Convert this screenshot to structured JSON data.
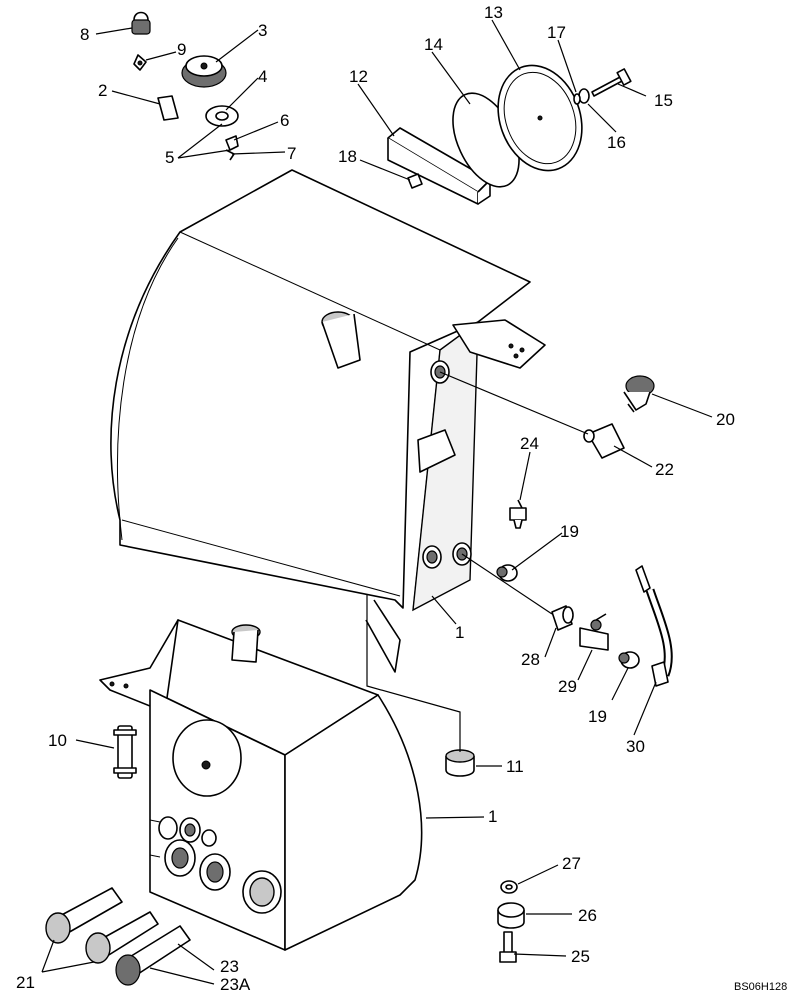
{
  "callouts": {
    "c1a": "1",
    "c1b": "1",
    "c2": "2",
    "c3": "3",
    "c4": "4",
    "c5": "5",
    "c6": "6",
    "c7": "7",
    "c8": "8",
    "c9": "9",
    "c10": "10",
    "c11": "11",
    "c12": "12",
    "c13": "13",
    "c14": "14",
    "c15": "15",
    "c16": "16",
    "c17": "17",
    "c18": "18",
    "c19a": "19",
    "c19b": "19",
    "c20": "20",
    "c21": "21",
    "c22": "22",
    "c23": "23",
    "c23a": "23A",
    "c24": "24",
    "c25": "25",
    "c26": "26",
    "c27": "27",
    "c28": "28",
    "c29": "29",
    "c30": "30"
  },
  "figure_code": "BS06H128"
}
